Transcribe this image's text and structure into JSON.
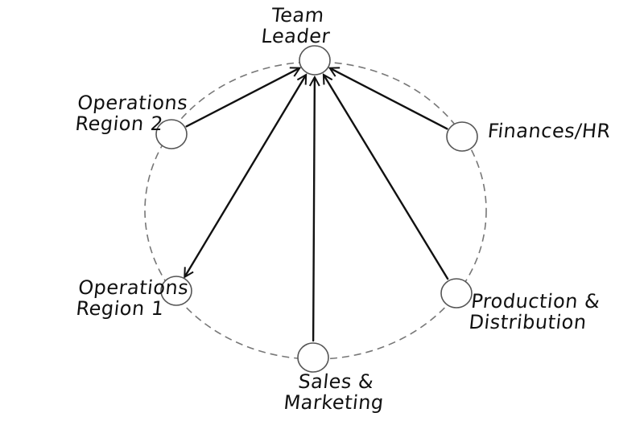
{
  "diagram": {
    "type": "org-circle",
    "colors": {
      "ink": "#111111",
      "ring": "#777777",
      "node_fill": "#ffffff"
    },
    "nodes": [
      {
        "id": "leader",
        "lines": [
          "Team",
          "Leader"
        ]
      },
      {
        "id": "ops2",
        "lines": [
          "Operations",
          "Region 2"
        ]
      },
      {
        "id": "fin",
        "lines": [
          "Finances/HR"
        ]
      },
      {
        "id": "ops1",
        "lines": [
          "Operations",
          "Region 1"
        ]
      },
      {
        "id": "prod",
        "lines": [
          "Production &",
          "Distribution"
        ]
      },
      {
        "id": "sales",
        "lines": [
          "Sales &",
          "Marketing"
        ]
      }
    ],
    "edges": [
      {
        "from": "ops2",
        "to": "leader",
        "arrow": "to"
      },
      {
        "from": "fin",
        "to": "leader",
        "arrow": "to"
      },
      {
        "from": "ops1",
        "to": "leader",
        "arrow": "both"
      },
      {
        "from": "prod",
        "to": "leader",
        "arrow": "to"
      },
      {
        "from": "sales",
        "to": "leader",
        "arrow": "to"
      }
    ]
  }
}
